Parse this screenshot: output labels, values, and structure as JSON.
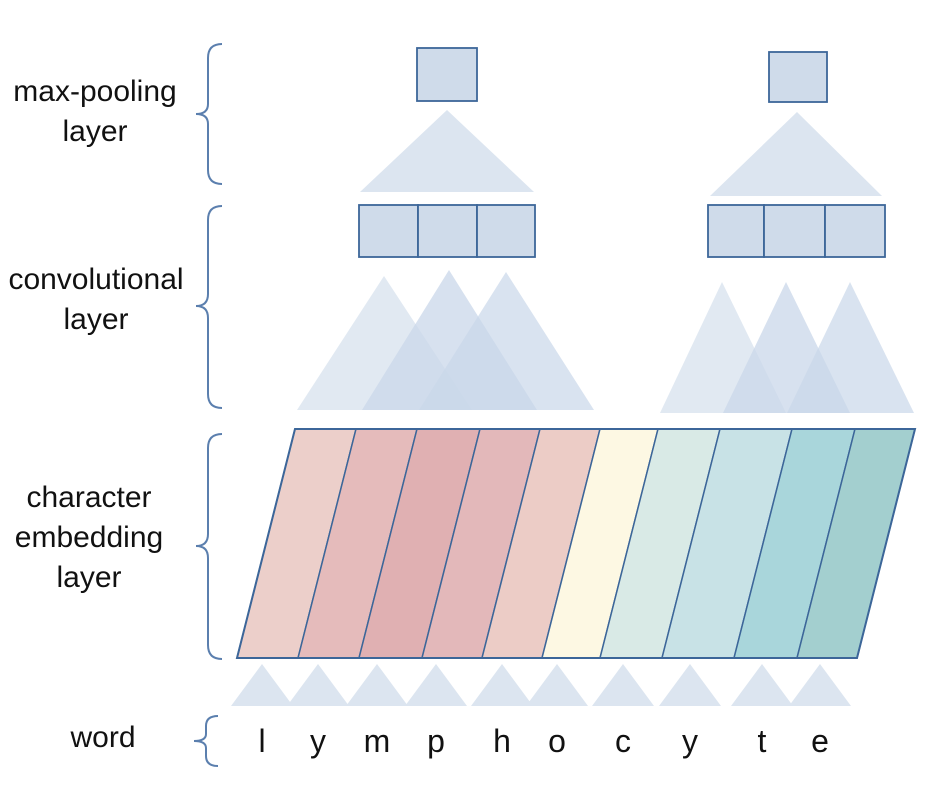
{
  "layers": {
    "maxpool_line1": "max-pooling",
    "maxpool_line2": "layer",
    "conv_line1": "convolutional",
    "conv_line2": "layer",
    "embed_line1": "character",
    "embed_line2": "embedding",
    "embed_line3": "layer",
    "word": "word"
  },
  "word_chars": [
    "l",
    "y",
    "m",
    "p",
    "h",
    "o",
    "c",
    "y",
    "t",
    "e"
  ],
  "colors": {
    "brace": "#5b7fae",
    "box_fill": "#cfdbea",
    "box_stroke": "#3c6699",
    "triangle": "#dce5f0",
    "triangle_dark": "#c3d3e6",
    "embedding_fills": [
      "#eccfca",
      "#e5bbbb",
      "#e0b0b2",
      "#e3b8ba",
      "#ecccc6",
      "#fdf8e3",
      "#d9eae6",
      "#c8e2e6",
      "#a9d6db",
      "#a3cfcf"
    ],
    "embedding_stroke": "#3c6699"
  }
}
